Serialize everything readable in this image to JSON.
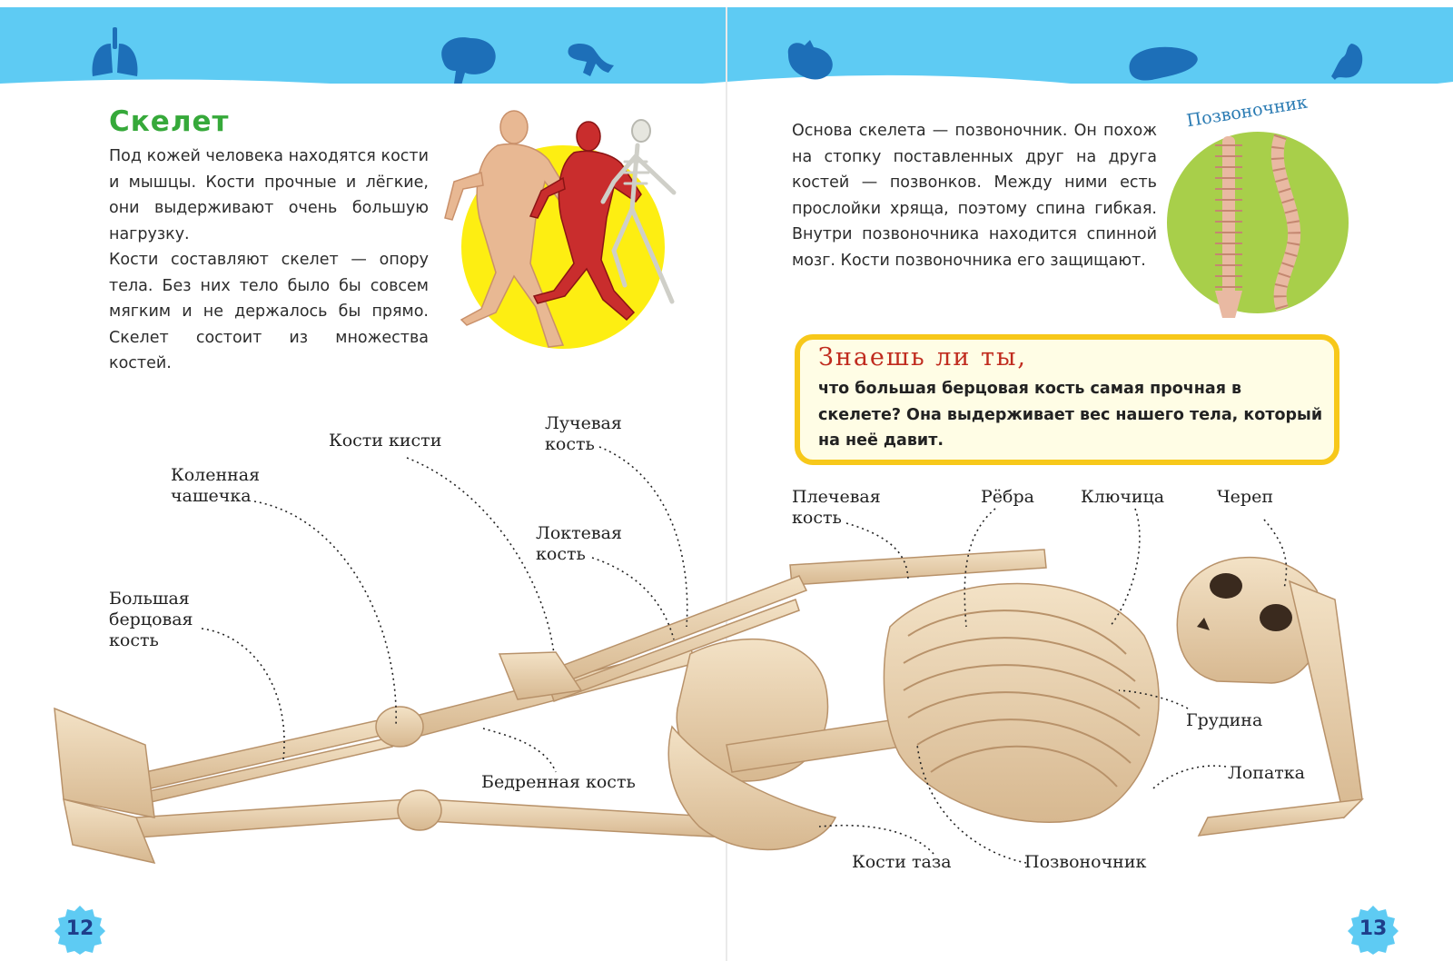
{
  "left_page": {
    "title": "Скелет",
    "paragraph_1": "Под кожей человека находятся кости и мышцы. Кости прочные и лёгкие, они выдерживают очень большую нагрузку.",
    "paragraph_2": "Кости составляют скелет — опору тела. Без них тело было бы совсем мягким и не держалось бы прямо. Скелет состоит из множества костей.",
    "page_number": "12"
  },
  "right_page": {
    "paragraph": "Основа скелета — позвоночник. Он похож на стопку поставленных друг на друга костей — позвонков. Между ними есть прослойки хряща, поэтому спина гибкая. Внутри позвоночника находится спинной мозг. Кости позвоночника его защищают.",
    "spine_image_title": "Позвоночник",
    "fact_box": {
      "title": "Знаешь ли ты,",
      "text": "что большая берцовая кость самая прочная в скелете? Она выдерживает вес нашего тела, который на неё давит."
    },
    "page_number": "13"
  },
  "labels": {
    "hand_bones": "Кости кисти",
    "radius": "Лучевая\nкость",
    "kneecap": "Коленная\nчашечка",
    "ulna": "Локтевая\nкость",
    "tibia": "Большая\nберцовая\nкость",
    "femur": "Бедренная кость",
    "humerus": "Плечевая\nкость",
    "ribs": "Рёбра",
    "clavicle": "Ключица",
    "skull": "Череп",
    "sternum": "Грудина",
    "scapula": "Лопатка",
    "pelvis": "Кости таза",
    "spine": "Позвоночник"
  },
  "colors": {
    "banner": "#5ecbf3",
    "title_green": "#36a93a",
    "fact_border": "#f7c81a",
    "fact_title_red": "#c02b1e",
    "bone": "#e9d3b3",
    "bone_shadow": "#c9a57c",
    "page_number_badge": "#5ecbf3"
  },
  "icons": [
    "lungs-icon",
    "brain-icon",
    "tooth-icon",
    "heart-icon",
    "liver-icon",
    "stomach-icon"
  ]
}
